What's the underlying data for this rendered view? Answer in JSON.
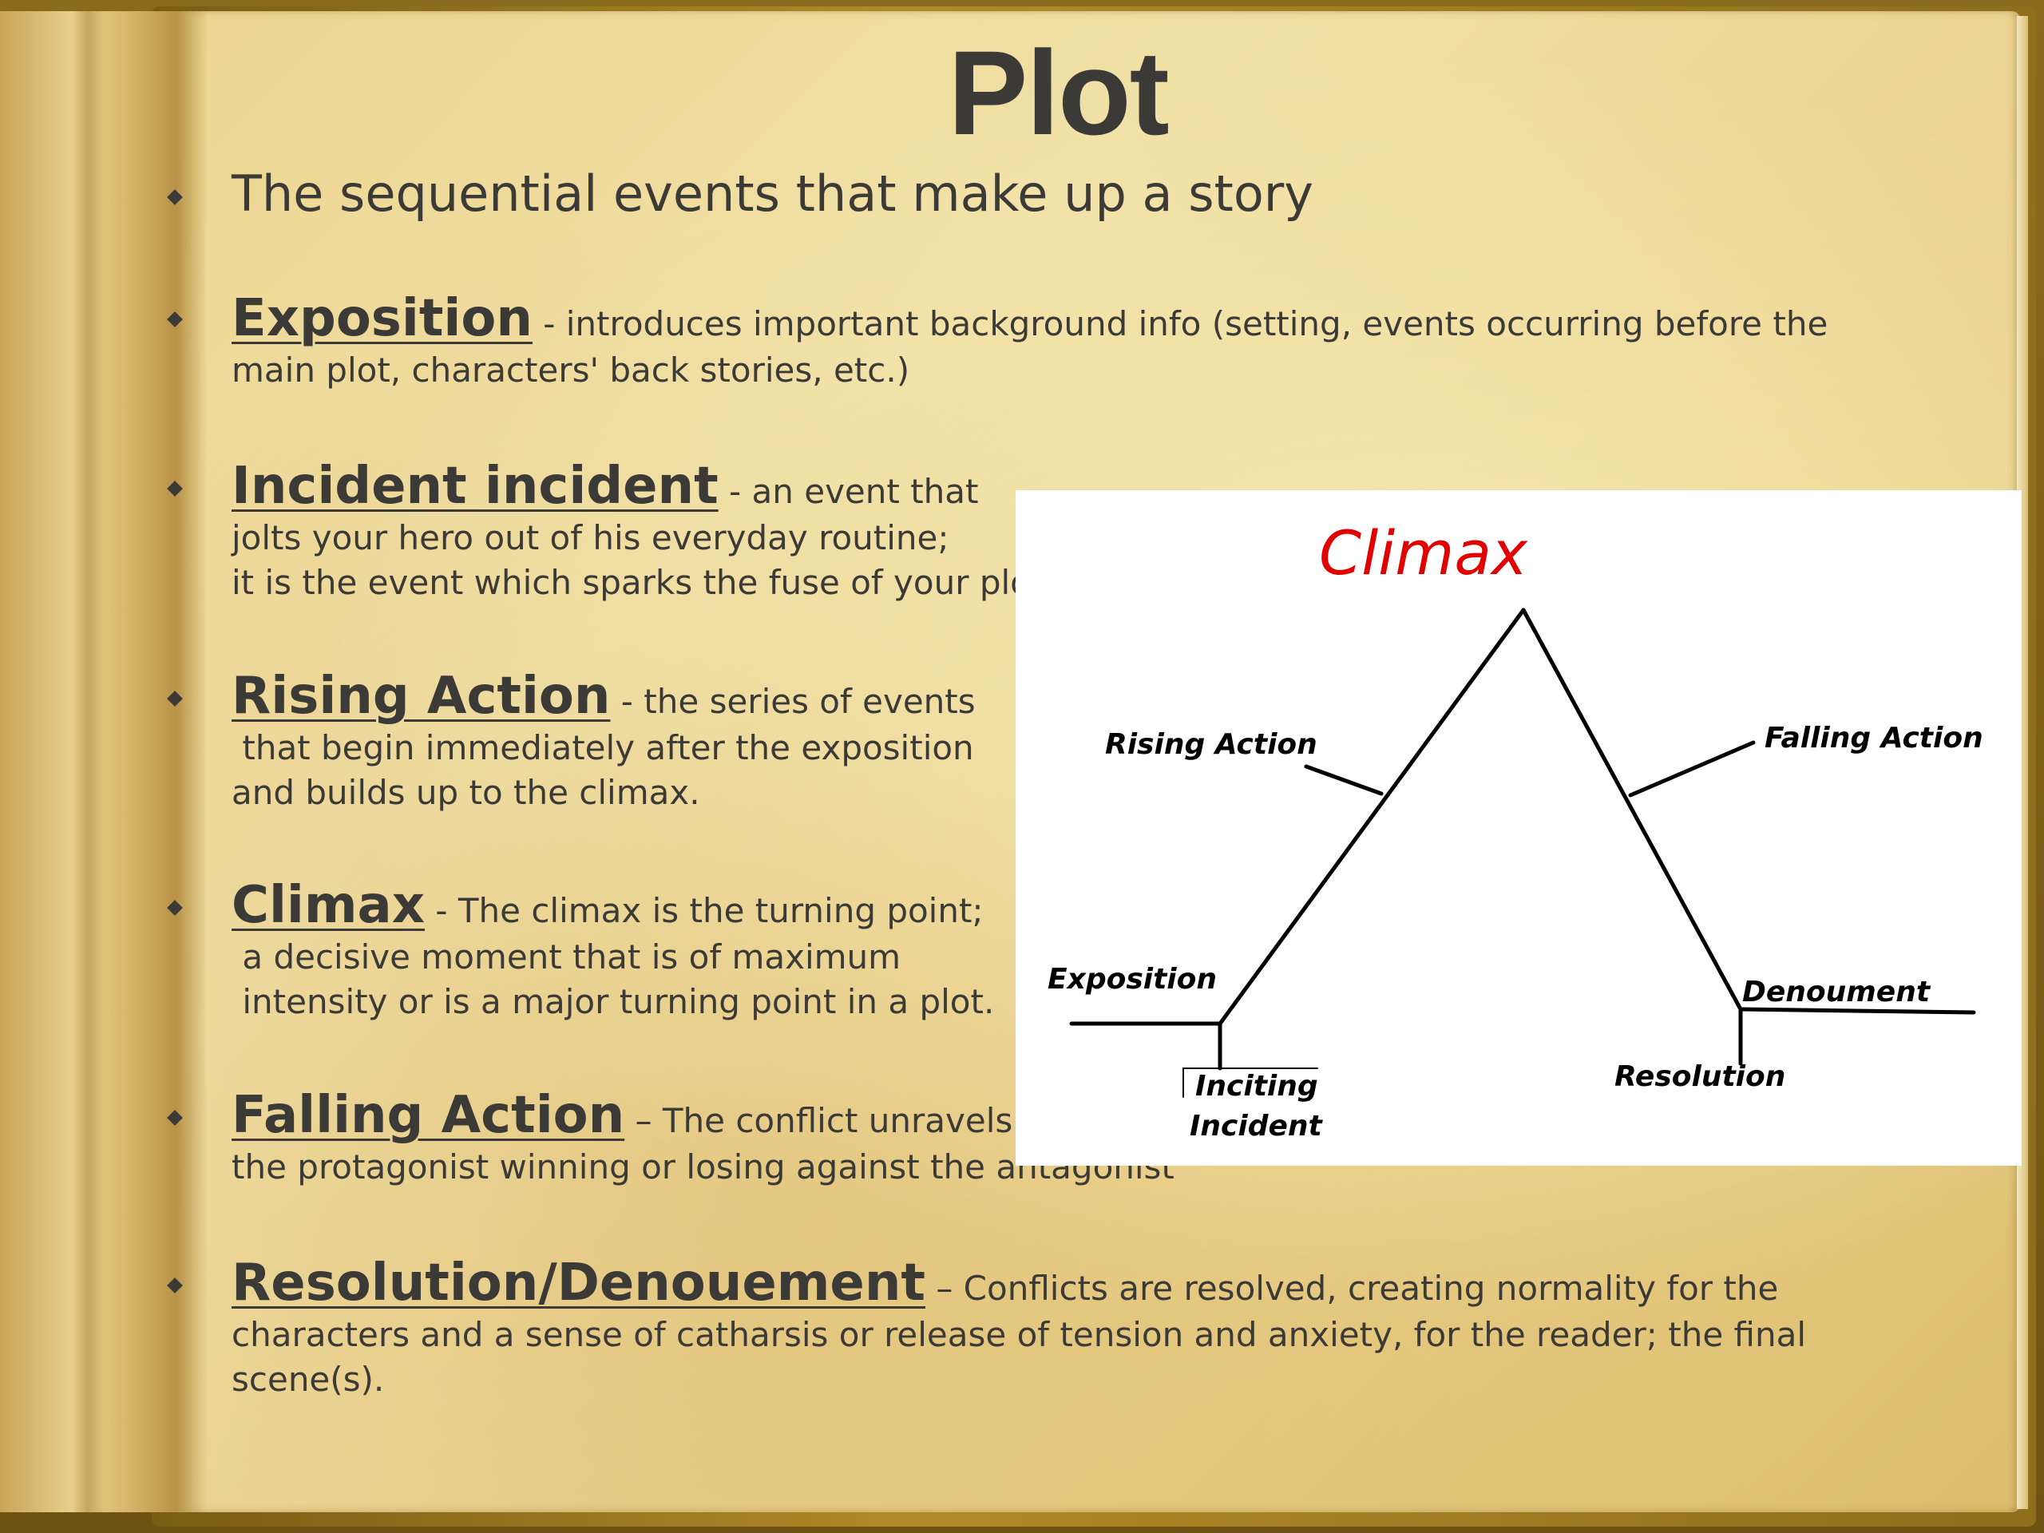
{
  "title": "Plot",
  "intro": "The sequential events that make up a story",
  "items": [
    {
      "term": "Exposition",
      "sep": " - ",
      "line1": "introduces important background info (setting, events occurring before the",
      "lines": [
        "main plot, characters' back stories, etc.)"
      ]
    },
    {
      "term": "Incident incident",
      "sep": "  - ",
      "line1": "an event that",
      "lines": [
        "jolts your hero out of his everyday routine;",
        "it is the event which sparks the fuse of your plot"
      ]
    },
    {
      "term": "Rising Action",
      "sep": " - ",
      "line1": "the series of events",
      "lines": [
        " that begin immediately after the exposition",
        "and builds up to the climax."
      ]
    },
    {
      "term": "Climax",
      "sep": " - ",
      "line1": "The climax is the turning point;",
      "lines": [
        " a decisive moment that is of maximum",
        " intensity or is a major turning point in a plot."
      ]
    },
    {
      "term": "Falling Action",
      "sep": " – ",
      "line1": "The conflict unravels with",
      "lines": [
        "the protagonist winning or losing against the antagonist"
      ]
    },
    {
      "term": "Resolution/Denouement",
      "sep": " – ",
      "line1": "Conflicts are resolved, creating normality for the",
      "lines": [
        "characters and a sense of catharsis or release of tension and anxiety, for the reader; the final",
        "scene(s)."
      ]
    }
  ],
  "diagram": {
    "climax": "Climax",
    "rising_action": "Rising Action",
    "falling_action": "Falling Action",
    "exposition": "Exposition",
    "denoument": "Denoument",
    "inciting_line1": "Inciting",
    "inciting_line2": "Incident",
    "resolution": "Resolution"
  },
  "colors": {
    "climax": "#e00000",
    "text": "#3b3a36"
  }
}
